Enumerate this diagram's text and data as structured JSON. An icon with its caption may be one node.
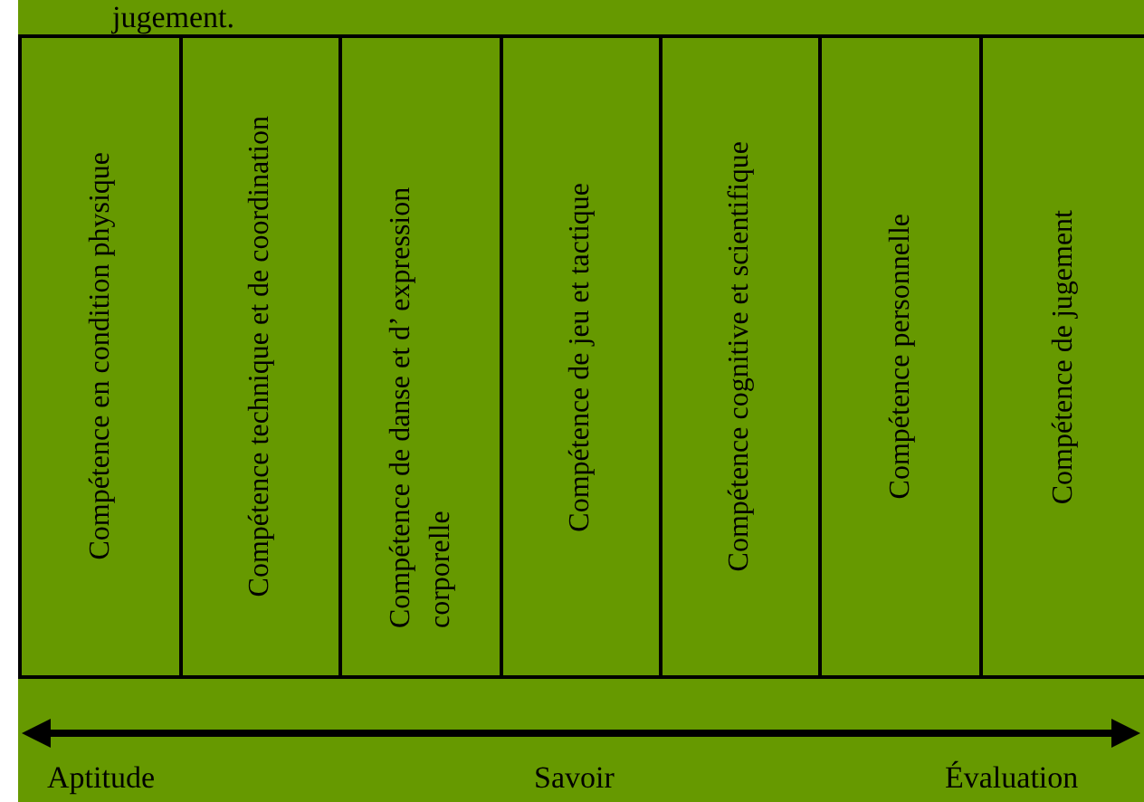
{
  "diagram": {
    "nodes": [
      {
        "text": [
          "Compétence en condition physique"
        ]
      },
      {
        "text": [
          "Compétence technique et de coordination"
        ]
      },
      {
        "text": [
          "Compétence de danse et d’ expression corporelle"
        ]
      },
      {
        "text": [
          "Compétence de jeu et tactique"
        ]
      },
      {
        "text": [
          "Compétence cognitive et scientifique"
        ]
      },
      {
        "text": [
          "Compétence personnelle"
        ]
      },
      {
        "text": [
          "Compétence de jugement"
        ]
      }
    ],
    "edges": [],
    "labels": [
      "jugement.",
      "Aptitude",
      "Savoir",
      "Évaluation"
    ]
  }
}
